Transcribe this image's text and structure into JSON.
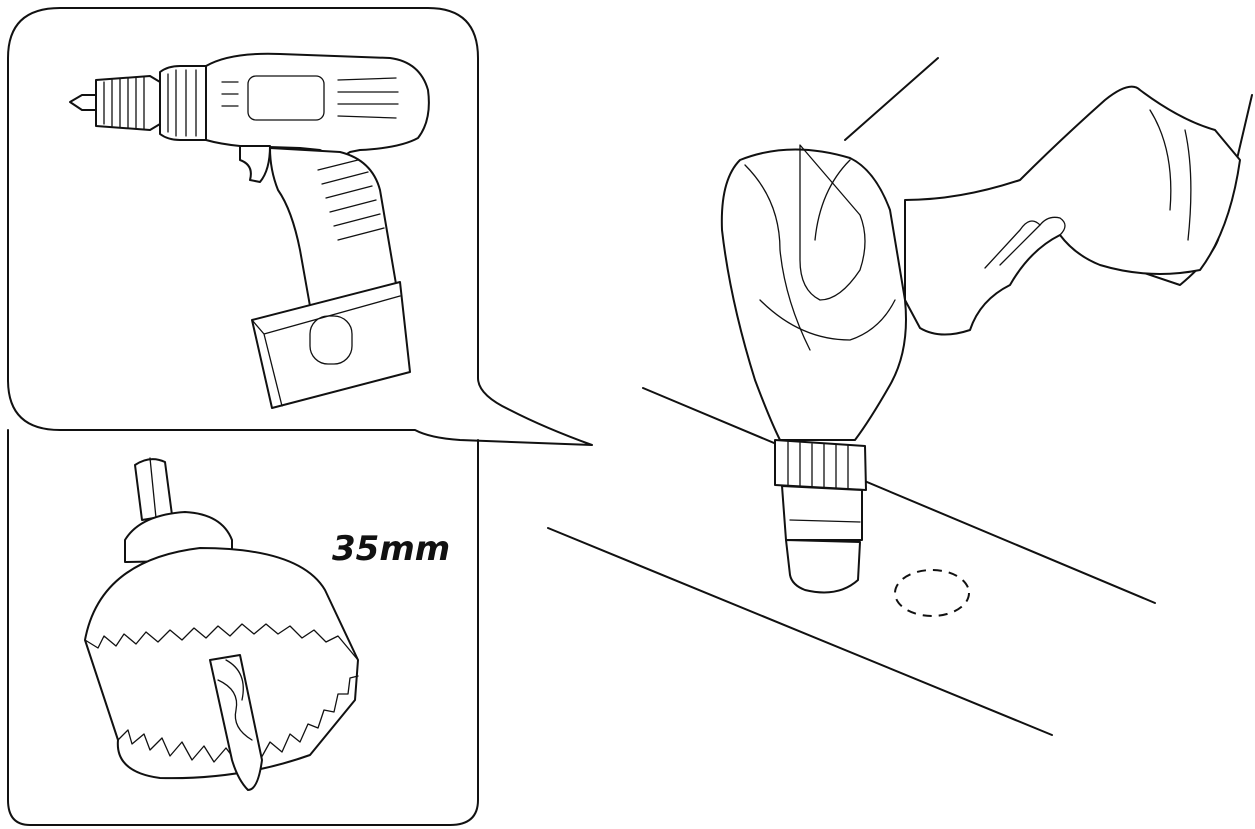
{
  "diagram": {
    "hole_saw_size_label": "35mm",
    "panels": [
      {
        "name": "cordless-drill-panel",
        "depicts": "cordless-drill-icon"
      },
      {
        "name": "hole-saw-panel",
        "depicts": "hole-saw-bit-icon"
      }
    ],
    "main_scene": {
      "depicts": "hand-drilling-panel-icon",
      "marked_hole": "dashed-circle-marker-icon"
    },
    "line_color": "#111111",
    "background_color": "#ffffff"
  }
}
